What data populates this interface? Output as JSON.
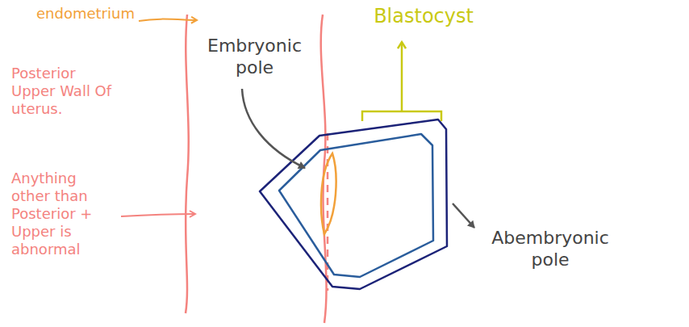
{
  "diagram": {
    "labels": [
      "endometrium",
      "Posterior Upper Wall Of uterus.",
      "Anything other than Posterior + Upper is abnormal",
      "Embryonic pole",
      "Blastocyst",
      "Abembryonic pole"
    ]
  }
}
